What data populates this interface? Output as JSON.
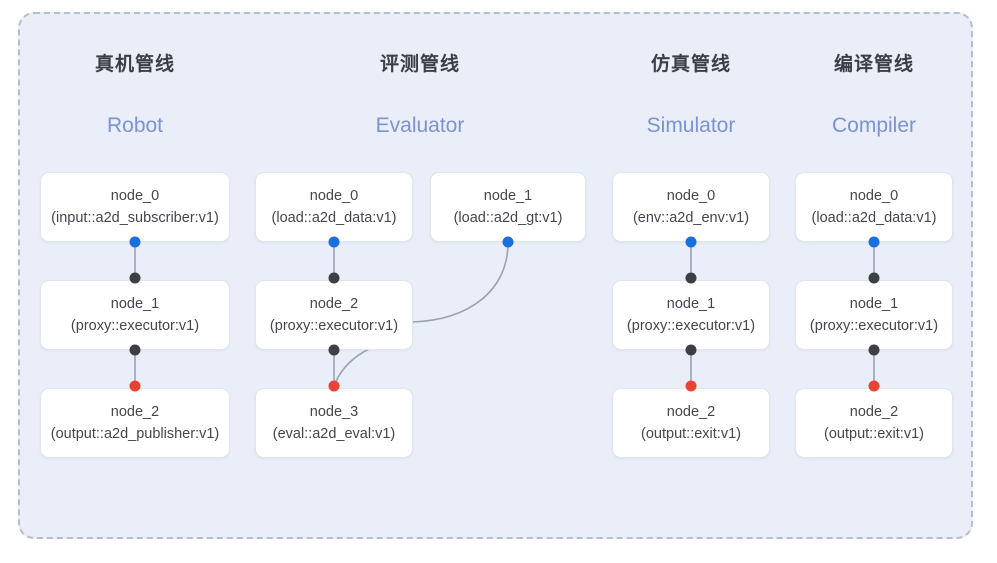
{
  "diagram": {
    "frame_style": "dashed",
    "frame_border_color": "#b6bdcc",
    "frame_background": "#e9eef9",
    "page_background": "#ffffff"
  },
  "palette": {
    "port_output_blue": "#1a6fe0",
    "port_input_dark": "#3c3f44",
    "port_output_red": "#ea4335",
    "edge_line": "#9aa2b4",
    "node_border": "#e2e5ea",
    "node_background": "#ffffff",
    "title_color": "#3a3f46",
    "subtitle_color": "#7b92d4"
  },
  "columns": [
    {
      "title": "真机管线",
      "subtitle": "Robot",
      "nodes": [
        {
          "id": "node_0",
          "type": "(input::a2d_subscriber:v1)"
        },
        {
          "id": "node_1",
          "type": "(proxy::executor:v1)"
        },
        {
          "id": "node_2",
          "type": "(output::a2d_publisher:v1)"
        }
      ]
    },
    {
      "title": "评测管线",
      "subtitle": "Evaluator",
      "nodes": [
        {
          "id": "node_0",
          "type": "(load::a2d_data:v1)"
        },
        {
          "id": "node_1",
          "type": "(load::a2d_gt:v1)"
        },
        {
          "id": "node_2",
          "type": "(proxy::executor:v1)"
        },
        {
          "id": "node_3",
          "type": "(eval::a2d_eval:v1)"
        }
      ]
    },
    {
      "title": "仿真管线",
      "subtitle": "Simulator",
      "nodes": [
        {
          "id": "node_0",
          "type": "(env::a2d_env:v1)"
        },
        {
          "id": "node_1",
          "type": "(proxy::executor:v1)"
        },
        {
          "id": "node_2",
          "type": "(output::exit:v1)"
        }
      ]
    },
    {
      "title": "编译管线",
      "subtitle": "Compiler",
      "nodes": [
        {
          "id": "node_0",
          "type": "(load::a2d_data:v1)"
        },
        {
          "id": "node_1",
          "type": "(proxy::executor:v1)"
        },
        {
          "id": "node_2",
          "type": "(output::exit:v1)"
        }
      ]
    }
  ]
}
